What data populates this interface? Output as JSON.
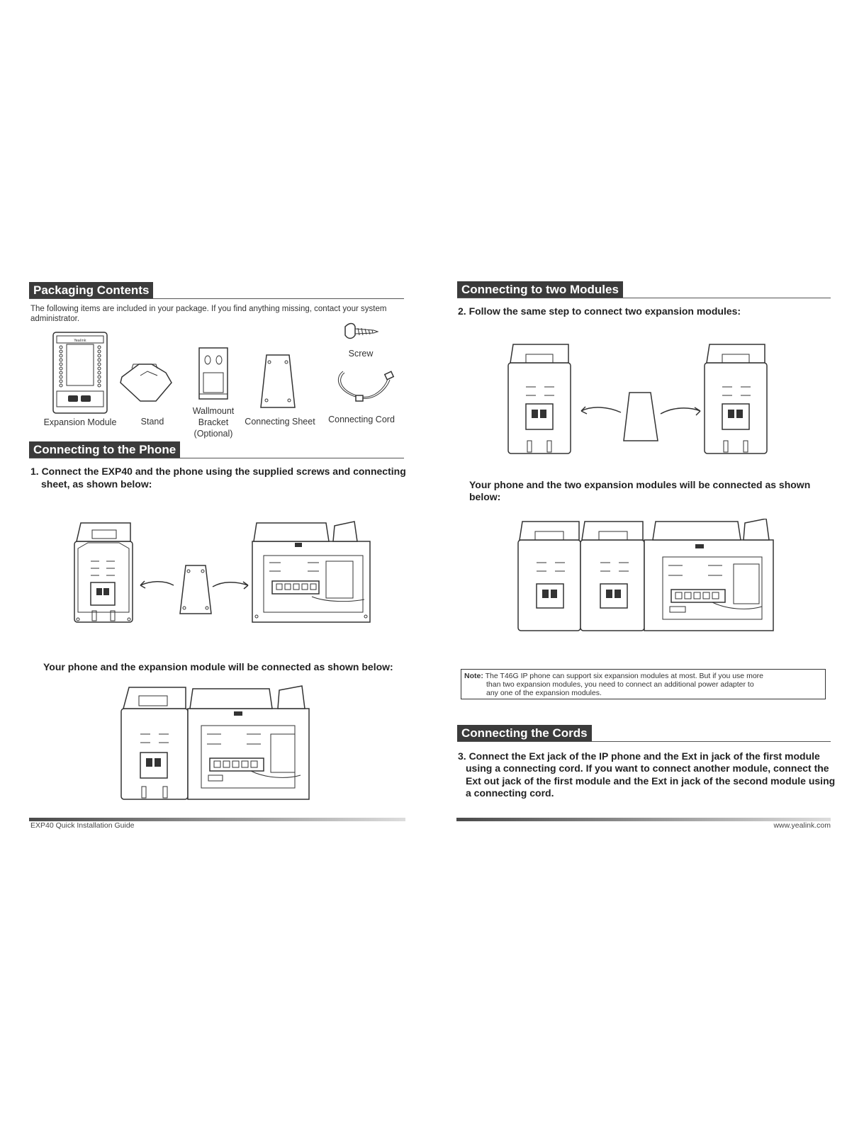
{
  "left": {
    "packaging": {
      "title": "Packaging Contents",
      "intro": "The following items are included in your package. If you find anything missing, contact your system administrator.",
      "items": {
        "expansion_module": "Expansion Module",
        "stand": "Stand",
        "wallmount_1": "Wallmount",
        "wallmount_2": "Bracket",
        "wallmount_3": "(Optional)",
        "connecting_sheet": "Connecting Sheet",
        "screw": "Screw",
        "connecting_cord": "Connecting Cord"
      },
      "device_brand": "Yealink"
    },
    "connecting_phone": {
      "title": "Connecting to the Phone",
      "step1_line1": "1. Connect the EXP40 and the phone using the supplied screws and connecting",
      "step1_line2": "sheet, as shown below:",
      "result": "Your phone and the expansion module will be connected as shown below:"
    },
    "footer": "EXP40 Quick Installation Guide"
  },
  "right": {
    "two_modules": {
      "title": "Connecting to two Modules",
      "step2": "2. Follow the same step to connect two expansion modules:",
      "result_line1": "Your phone and the two expansion modules will be connected as shown",
      "result_line2": "below:"
    },
    "note": {
      "label": "Note:",
      "line1": "The T46G IP phone can support six expansion modules at most. But if you use more",
      "line2": "than two expansion modules, you need to connect an additional power adapter to",
      "line3": "any one of the expansion modules."
    },
    "cords": {
      "title": "Connecting the Cords",
      "line1": "3. Connect the Ext jack of the IP phone and the Ext in jack of the first module",
      "line2": "using a connecting cord. If you want to connect another module, connect the",
      "line3": "Ext out jack of the first module and the Ext in jack of the second module using",
      "line4": "a connecting cord."
    },
    "footer": "www.yealink.com"
  },
  "colors": {
    "header_bg": "#3b3b3b",
    "header_text": "#ffffff",
    "rule": "#555555",
    "footer_gradient_dark": "#4a4a4a",
    "footer_gradient_light": "#dddddd"
  }
}
